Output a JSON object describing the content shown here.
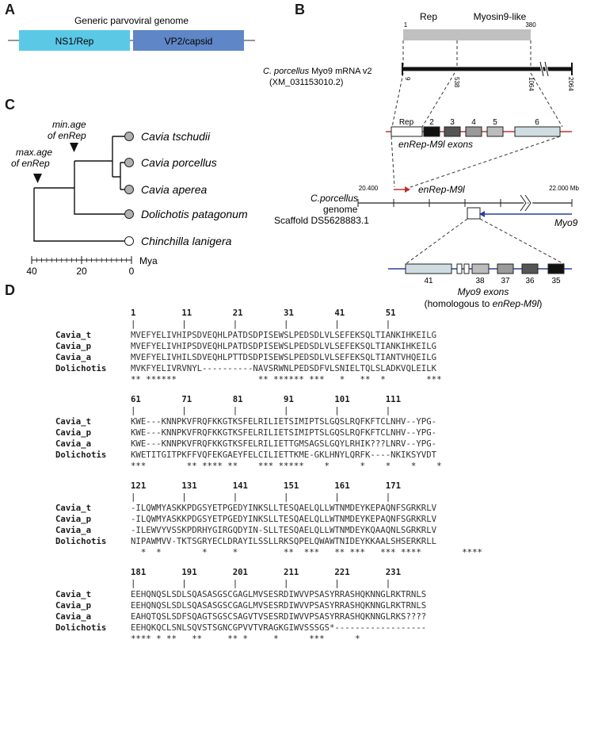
{
  "panels": {
    "A": "A",
    "B": "B",
    "C": "C",
    "D": "D"
  },
  "panelA": {
    "title": "Generic parvoviral genome",
    "box1": "NS1/Rep",
    "box2": "VP2/capsid",
    "colors": {
      "ns1": "#5bc8e6",
      "vp2": "#5f86c6"
    }
  },
  "panelB": {
    "protein_left_label": "Rep",
    "protein_right_label": "Myosin9-like",
    "protein_start": "1",
    "protein_end": "380",
    "mrna_label_species": "C. porcellus",
    "mrna_label_rest": " Myo9 mRNA v2",
    "mrna_accession": "(XM_031153010.2)",
    "mrna_ticks": [
      "9",
      "538",
      "1064",
      "2064"
    ],
    "exon_labels": [
      "Rep",
      "2",
      "3",
      "4",
      "5",
      "6"
    ],
    "exon_caption": "enRep-M9l exons",
    "gene_label": "enRep-M9l",
    "genome_label_species": "C.porcellus",
    "genome_label_1": "genome",
    "genome_label_2": "Scaffold DS5628883.1",
    "genome_start": "20.400",
    "genome_end": "22.000 Mb",
    "myo9_label": "Myo9",
    "myo9_exon_labels": [
      "41",
      "38",
      "37",
      "36",
      "35"
    ],
    "myo9_caption": "Myo9 exons",
    "myo9_caption2_pre": "(homologous to ",
    "myo9_caption2_gene": "enRep-M9l",
    "myo9_caption2_post": ")"
  },
  "panelC": {
    "species": [
      "Cavia tschudii",
      "Cavia porcellus",
      "Cavia aperea",
      "Dolichotis patagonum",
      "Chinchilla lanigera"
    ],
    "min_age_1": "min.age",
    "min_age_2": "of enRep",
    "max_age_1": "max.age",
    "max_age_2": "of enRep",
    "axis_ticks": [
      "40",
      "20",
      "0"
    ],
    "axis_unit": "Mya"
  },
  "panelD": {
    "blocks": [
      {
        "numbers": "1         11        21        31        41        51",
        "bars": "|         |         |         |         |         |",
        "rows": [
          {
            "name": "Cavia_t",
            "seq": "MVEFYELIVHIPSDVEQHLPATDSDPISEWSLPEDSDLVLSEFEKSQLTIANKIHKEILG"
          },
          {
            "name": "Cavia_p",
            "seq": "MVEFYELIVHIPSDVEQHLPATDSDPISEWSLPEDSDLVLSEFEKSQLTIANKIHKEILG"
          },
          {
            "name": "Cavia_a",
            "seq": "MVEFYELIVHILSDVEQHLPTTDSDPISEWSLPEDSDLVLSEFEKSQLTIANTVHQEILG"
          },
          {
            "name": "Dolichotis",
            "seq": "MVKFYELIVRVNYL----------NAVSRWNLPEDSDFVLSNIELTQLSLADKVQLEILK"
          }
        ],
        "cons": "** ******                ** ****** ***   *   **  *        ***"
      },
      {
        "numbers": "61        71        81        91        101       111",
        "bars": "|         |         |         |         |         |",
        "rows": [
          {
            "name": "Cavia_t",
            "seq": "KWE---KNNPKVFRQFKKGTKSFELRILIETSIMIPTSLGQSLRQFKFTCLNHV--YPG-"
          },
          {
            "name": "Cavia_p",
            "seq": "KWE---KNNPKVFRQFKKGTKSFELRILIETSIMIPTSLGQSLRQFKFTCLNHV--YPG-"
          },
          {
            "name": "Cavia_a",
            "seq": "KWE---KNNPKVFRQFKKGTKSFELRILIETTGMSAGSLGQYLRHIK???LNRV--YPG-"
          },
          {
            "name": "Dolichotis",
            "seq": "KWETITGITPKFFVQFEKGAEYFELCILIETTKME-GKLHNYLQRFK----NKIKSYVDT"
          }
        ],
        "cons": "***        ** **** **    *** *****    *      *    *    *    *"
      },
      {
        "numbers": "121       131       141       151       161       171",
        "bars": "|         |         |         |         |         |",
        "rows": [
          {
            "name": "Cavia_t",
            "seq": "-ILQWMYASKKPDGSYETPGEDYINKSLLTESQAELQLLWTNMDEYKEPAQNFSGRKRLV"
          },
          {
            "name": "Cavia_p",
            "seq": "-ILQWMYASKKPDGSYETPGEDYINKSLLTESQAELQLLWTNMDEYKEPAQNFSGRKRLV"
          },
          {
            "name": "Cavia_a",
            "seq": "-ILEWVYVSSKPDRHYGIRGQDYIN-SLLTESQAELQLLWTNMDEYKQAAQNLSGRKRLV"
          },
          {
            "name": "Dolichotis",
            "seq": "NIPAWMVV-TKTSGRYECLDRAYILSSLLRKSQPELQWAWTNIDEYKKAALSHSERKRLL"
          }
        ],
        "cons": "  *  *        *     *         **  ***   ** ***   *** ****        ****"
      },
      {
        "numbers": "181       191       201       211       221       231",
        "bars": "|         |         |         |         |         |",
        "rows": [
          {
            "name": "Cavia_t",
            "seq": "EEHQNQSLSDLSQASASGSCGAGLMVSESRDIWVVPSASYRRASHQKNNGLRKTRNLS"
          },
          {
            "name": "Cavia_p",
            "seq": "EEHQNQSLSDLSQASASGSCGAGLMVSESRDIWVVPSASYRRASHQKNNGLRKTRNLS"
          },
          {
            "name": "Cavia_a",
            "seq": "EAHQTQSLSDFSQAGTSGSCSAGVTVSESRDIWVVPSASYRRASHQKNNGLRKS????"
          },
          {
            "name": "Dolichotis",
            "seq": "EEHQKQCLSNLSQVSTSGNCGPVVTVRAGKGIWVSSSGS*------------------"
          }
        ],
        "cons": "**** * **   **     ** *     *      ***      *"
      }
    ]
  }
}
